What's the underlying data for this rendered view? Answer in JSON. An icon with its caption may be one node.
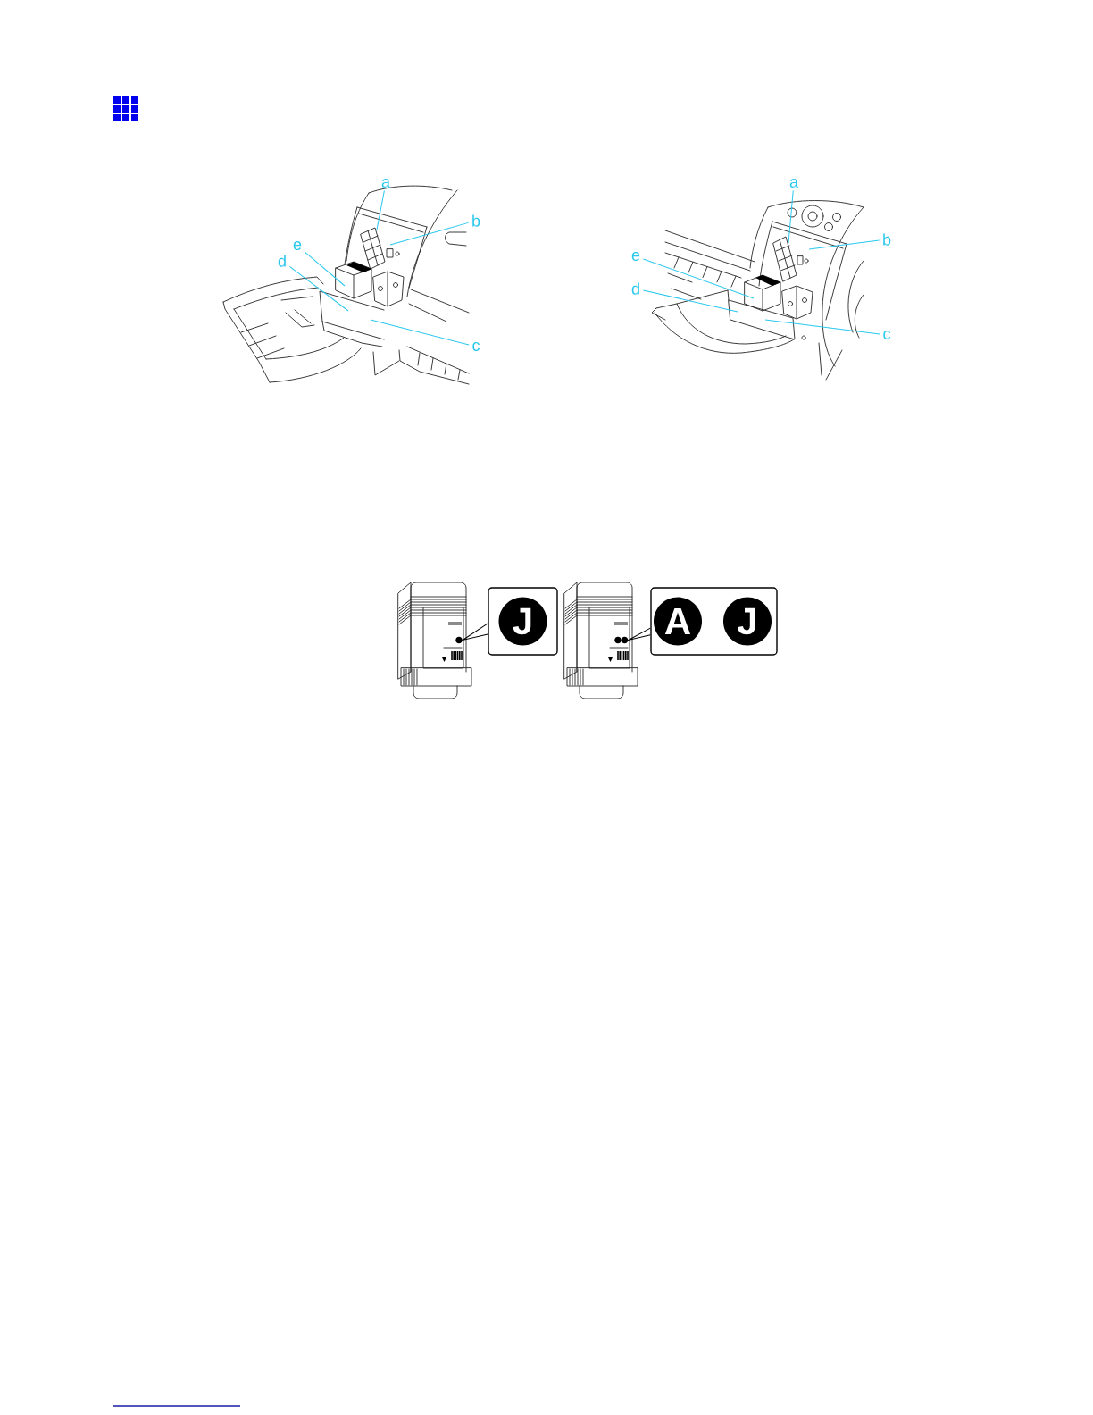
{
  "diagram": {
    "nodes": [
      {
        "text": [
          "a"
        ]
      },
      {
        "text": [
          "b"
        ]
      },
      {
        "text": [
          "e"
        ]
      },
      {
        "text": [
          "d"
        ]
      },
      {
        "text": [
          "c"
        ]
      },
      {
        "text": [
          "a"
        ]
      },
      {
        "text": [
          "b"
        ]
      },
      {
        "text": [
          "e"
        ]
      },
      {
        "text": [
          "d"
        ]
      },
      {
        "text": [
          "c"
        ]
      },
      {
        "text": [],
        "shape": "box"
      },
      {
        "text": [
          "J"
        ],
        "in": 10
      },
      {
        "text": [],
        "shape": "box"
      },
      {
        "text": [
          "A"
        ],
        "in": 12
      },
      {
        "text": [
          "J"
        ],
        "in": 12
      },
      {
        "text": [],
        "shape": "circle"
      },
      {
        "text": [],
        "shape": "circle"
      }
    ],
    "edges": [
      {
        "from": 0,
        "to": null,
        "arrow": "none"
      },
      {
        "from": 1,
        "to": null,
        "arrow": "none"
      },
      {
        "from": 2,
        "to": null,
        "arrow": "none"
      },
      {
        "from": 3,
        "to": null,
        "arrow": "none"
      },
      {
        "from": 4,
        "to": null,
        "arrow": "none"
      },
      {
        "from": 5,
        "to": null,
        "arrow": "none"
      },
      {
        "from": 6,
        "to": null,
        "arrow": "none"
      },
      {
        "from": 7,
        "to": null,
        "arrow": "none"
      },
      {
        "from": 8,
        "to": null,
        "arrow": "none"
      },
      {
        "from": 9,
        "to": null,
        "arrow": "none"
      },
      {
        "from": 10,
        "to": 15,
        "arrow": "none",
        "color": "#000000"
      },
      {
        "from": 12,
        "to": 16,
        "arrow": "none",
        "color": "#000000"
      }
    ]
  }
}
